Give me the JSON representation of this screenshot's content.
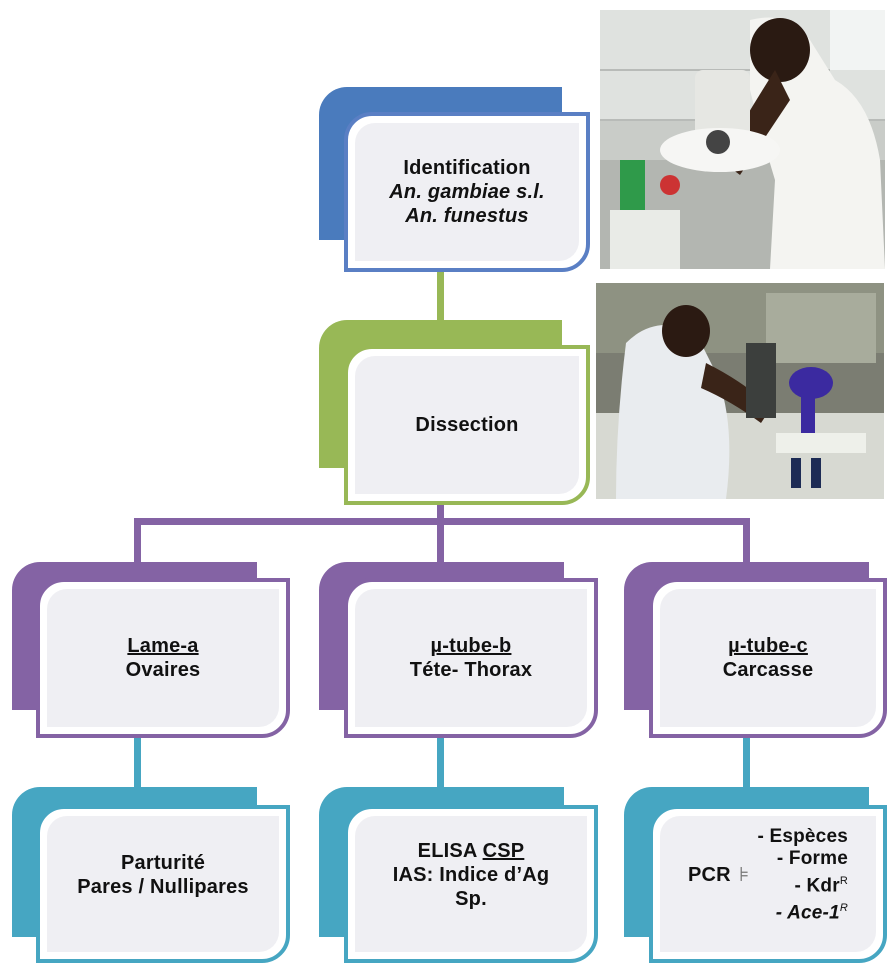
{
  "nodes": {
    "identification": {
      "line1": "Identification",
      "line2": "An. gambiae s.l.",
      "line3": "An. funestus"
    },
    "dissection": {
      "label": "Dissection"
    },
    "lame": {
      "title": "Lame-a",
      "subtitle": "Ovaires"
    },
    "tube_b": {
      "title": "µ-tube-b",
      "subtitle": "Téte- Thorax"
    },
    "tube_c": {
      "title": "µ-tube-c",
      "subtitle": "Carcasse"
    },
    "parturite": {
      "line1": "Parturité",
      "line2": "Pares / Nullipares"
    },
    "elisa": {
      "line1_plain": "ELISA ",
      "line1_underlined": "CSP",
      "line2": "IAS: Indice d’Ag",
      "line3": "Sp."
    },
    "pcr": {
      "label": "PCR",
      "items": [
        "- Espèces",
        "- Forme",
        "- Kdr",
        "- Ace-1"
      ],
      "superscript": "R"
    }
  },
  "colors": {
    "blue": "#4a7bbd",
    "blue_outline": "#5a7fc4",
    "green": "#98b856",
    "purple": "#8463a4",
    "teal": "#46a6c2",
    "inner_fill": "#efeff3"
  },
  "photos": [
    "microscope-lab-photo",
    "dissection-lab-photo"
  ]
}
